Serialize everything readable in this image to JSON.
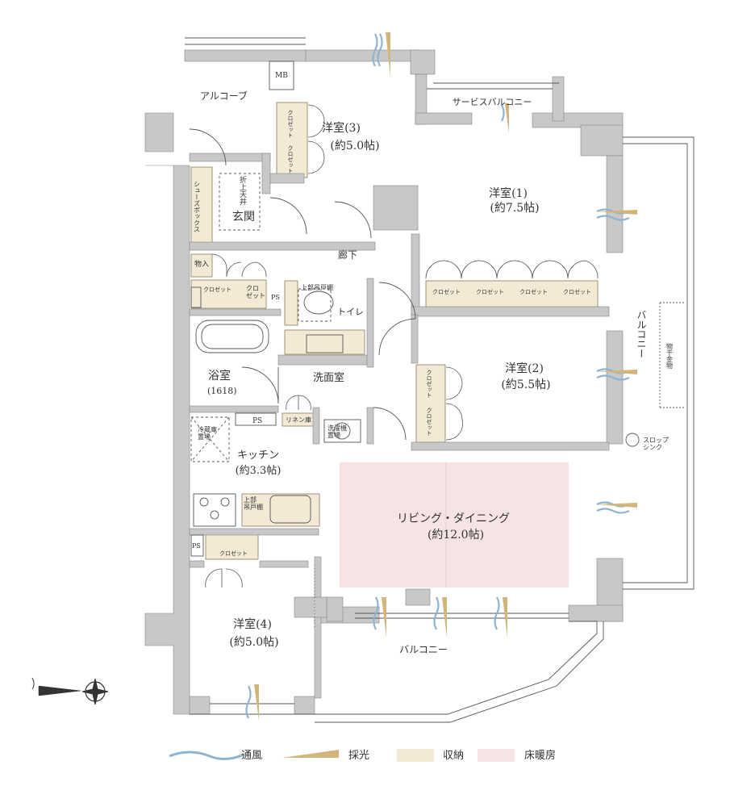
{
  "rooms": {
    "alcove": "アルコーブ",
    "mb": "MB",
    "entrance": "玄関",
    "shoebox": "シューズボックス",
    "folding_ceiling": "折上天井",
    "storage": "物入",
    "corridor": "廊下",
    "western3": {
      "name": "洋室(3)",
      "size": "(約5.0帖)"
    },
    "western1": {
      "name": "洋室(1)",
      "size": "(約7.5帖)"
    },
    "western2": {
      "name": "洋室(2)",
      "size": "(約5.5帖)"
    },
    "western4": {
      "name": "洋室(4)",
      "size": "(約5.0帖)"
    },
    "service_balcony": "サービスバルコニー",
    "toilet": "トイレ",
    "upper_cabinet": "上部吊戸棚",
    "upper_cabinet2": "上部\n吊戸棚",
    "ps": "PS",
    "bath": {
      "name": "浴室",
      "size": "(1618)"
    },
    "washroom": "洗面室",
    "linen": "リネン庫",
    "washer": "洗濯機\n置場",
    "fridge": "冷蔵庫\n置場",
    "kitchen": {
      "name": "キッチン",
      "size": "(約3.3帖)"
    },
    "living": {
      "name": "リビング・ダイニング",
      "size": "(約12.0帖)"
    },
    "balcony_side": "バルコニー",
    "balcony_bottom": "バルコニー",
    "drying_rack": "物干金物",
    "slop_sink": "スロップ\nシンク",
    "closet": "クロゼット",
    "closet_short": "クロ\nゼット"
  },
  "legend": {
    "ventilation": "通風",
    "daylight": "採光",
    "storage": "収納",
    "floor_heating": "床暖房"
  },
  "colors": {
    "wall": "#c8c8c8",
    "storage": "#f3ead6",
    "floor_heating": "#f6e4e5",
    "ventilation": "#8fb4d0",
    "daylight": "#d2b57a",
    "line": "#555555"
  }
}
